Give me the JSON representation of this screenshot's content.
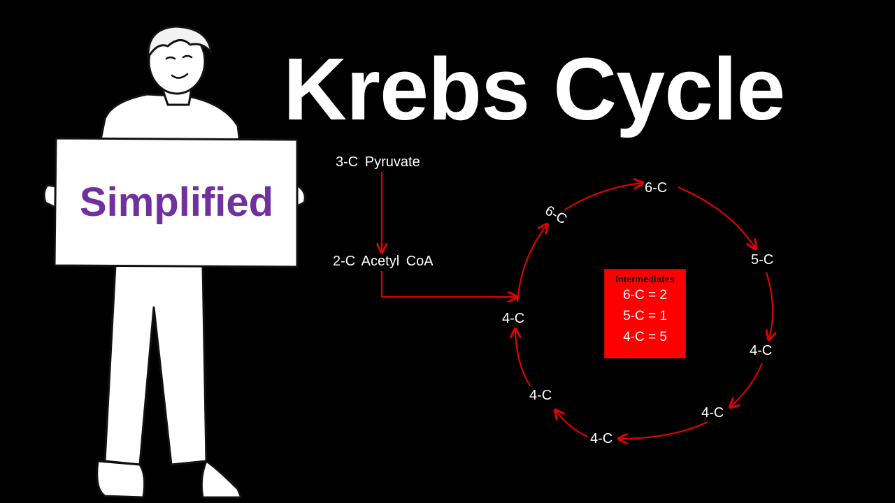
{
  "title": "Krebs Cycle",
  "sign": {
    "text": "Simplified"
  },
  "pathway": {
    "pyruvate": "3-C  Pyruvate",
    "acetyl_coa": "2-C  Acetyl CoA"
  },
  "cycle": {
    "nodes": {
      "six_c_top": "6-C",
      "six_c_upper_left": "6-C",
      "five_c": "5-C",
      "four_c_right": "4-C",
      "four_c_lower_right": "4-C",
      "four_c_bottom": "4-C",
      "four_c_lower_left": "4-C",
      "four_c_left": "4-C"
    }
  },
  "intermediates": {
    "heading": "Intermediates",
    "lines": [
      "6-C = 2",
      "5-C = 1",
      "4-C = 5"
    ]
  },
  "colors": {
    "background": "#000000",
    "arrow": "#e00000",
    "box": "#ff0000",
    "sign_text": "#7030a0"
  }
}
